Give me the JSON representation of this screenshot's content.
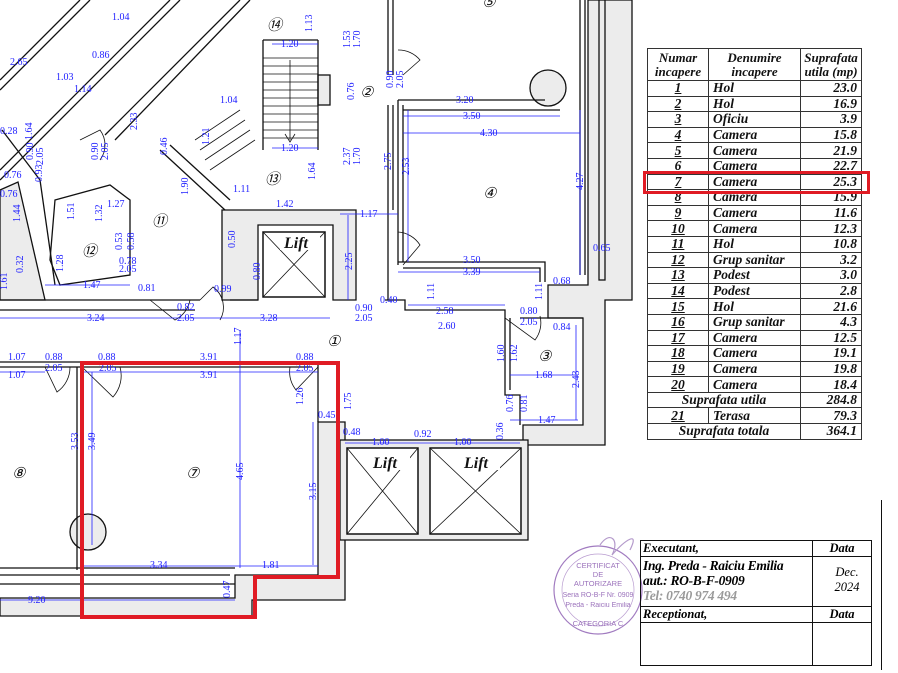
{
  "plan": {
    "lift_label": "Lift",
    "rooms": [
      "①",
      "②",
      "③",
      "④",
      "⑤",
      "⑦",
      "⑧",
      "⑪",
      "⑫",
      "⑬",
      "⑭"
    ],
    "dims": [
      "3.91",
      "3.91",
      "0.88",
      "2.05",
      "0.88",
      "2.05",
      "0.88",
      "2.05",
      "1.07",
      "1.07",
      "3.49",
      "3.53",
      "4.65",
      "3.15",
      "3.34",
      "1.81",
      "9.20",
      "0.47",
      "0.45",
      "1.75",
      "0.48",
      "1.00",
      "0.92",
      "1.00",
      "0.36",
      "1.47",
      "1.68",
      "2.43",
      "0.81",
      "0.76",
      "1.60",
      "1.62",
      "0.84",
      "0.80",
      "2.05",
      "2.60",
      "2.58",
      "1.11",
      "1.11",
      "0.40",
      "0.90",
      "2.05",
      "3.50",
      "3.39",
      "0.68",
      "0.65",
      "4.27",
      "4.30",
      "3.50",
      "3.20",
      "2.53",
      "2.75",
      "0.90",
      "2.05",
      "1.20",
      "1.20",
      "1.13",
      "1.53",
      "1.70",
      "0.76",
      "2.37",
      "1.70",
      "1.64",
      "1.17",
      "2.25",
      "1.42",
      "1.11",
      "1.90",
      "0.46",
      "1.21",
      "1.04",
      "2.33",
      "0.80",
      "0.50",
      "0.99",
      "0.81",
      "1.47",
      "1.28",
      "1.51",
      "1.32",
      "1.27",
      "0.53",
      "0.58",
      "0.78",
      "2.05",
      "3.24",
      "3.28",
      "0.82",
      "2.05",
      "1.17",
      "0.90",
      "2.05",
      "0.32",
      "0.90",
      "2.05",
      "1.64",
      "2.65",
      "1.03",
      "0.86",
      "1.14",
      "1.04",
      "1.44",
      "0.76",
      "0.93",
      "0.28",
      "0.76",
      "1.61",
      "1.26"
    ]
  },
  "table": {
    "headers": [
      "Numar incapere",
      "Denumire incapere",
      "Suprafata utila (mp)"
    ],
    "rows": [
      [
        "1",
        "Hol",
        "23.0"
      ],
      [
        "2",
        "Hol",
        "16.9"
      ],
      [
        "3",
        "Oficiu",
        "3.9"
      ],
      [
        "4",
        "Camera",
        "15.8"
      ],
      [
        "5",
        "Camera",
        "21.9"
      ],
      [
        "6",
        "Camera",
        "22.7"
      ],
      [
        "7",
        "Camera",
        "25.3"
      ],
      [
        "8",
        "Camera",
        "15.9"
      ],
      [
        "9",
        "Camera",
        "11.6"
      ],
      [
        "10",
        "Camera",
        "12.3"
      ],
      [
        "11",
        "Hol",
        "10.8"
      ],
      [
        "12",
        "Grup sanitar",
        "3.2"
      ],
      [
        "13",
        "Podest",
        "3.0"
      ],
      [
        "14",
        "Podest",
        "2.8"
      ],
      [
        "15",
        "Hol",
        "21.6"
      ],
      [
        "16",
        "Grup sanitar",
        "4.3"
      ],
      [
        "17",
        "Camera",
        "12.5"
      ],
      [
        "18",
        "Camera",
        "19.1"
      ],
      [
        "19",
        "Camera",
        "19.8"
      ],
      [
        "20",
        "Camera",
        "18.4"
      ]
    ],
    "subtotal_label": "Suprafata utila",
    "subtotal_value": "284.8",
    "terrace": [
      "21",
      "Terasa",
      "79.3"
    ],
    "total_label": "Suprafata totala",
    "total_value": "364.1",
    "highlighted_room": "7"
  },
  "title_block": {
    "executant_label": "Executant,",
    "data_label": "Data",
    "engineer": "Ing. Preda - Raiciu Emilia",
    "authorization": "aut.: RO-B-F-0909",
    "phone": "Tel: 0740 974 494",
    "date": "Dec. 2024",
    "receptionat_label": "Receptionat,",
    "data_label_2": "Data"
  },
  "stamp": {
    "lines": [
      "CERTIFICAT",
      "DE",
      "AUTORIZARE",
      "Seria RO-B-F Nr. 0909",
      "Preda - Raiciu Emilia",
      "CATEGORIA C"
    ]
  },
  "colors": {
    "highlight": "#e01b24",
    "dimension": "#2020ff",
    "stamp": "#8a5ab0"
  }
}
